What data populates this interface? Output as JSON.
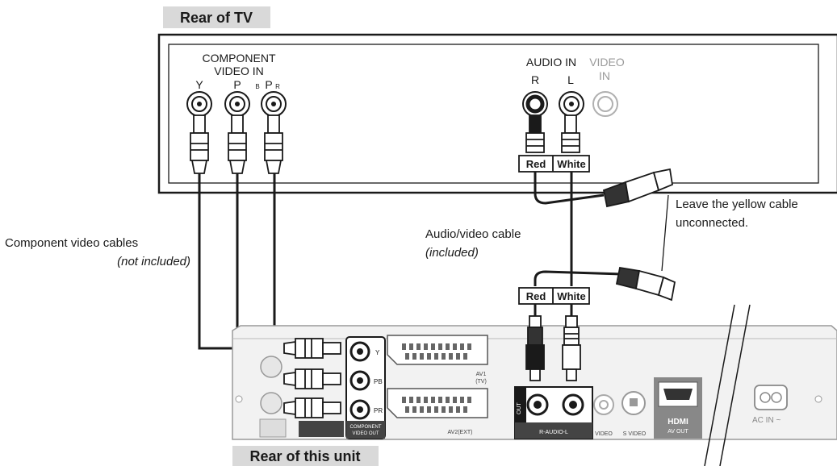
{
  "labels": {
    "rear_tv": "Rear of TV",
    "rear_unit": "Rear of this unit",
    "component_video_in_1": "COMPONENT",
    "component_video_in_2": "VIDEO IN",
    "jack_y": "Y",
    "jack_pb_main": "P",
    "jack_pb_sub": "B",
    "jack_pr_main": "P",
    "jack_pr_sub": "R",
    "audio_in": "AUDIO IN",
    "video_in_1": "VIDEO",
    "video_in_2": "IN",
    "audio_r": "R",
    "audio_l": "L",
    "tag_red_top": "Red",
    "tag_white_top": "White",
    "tag_red_bottom": "Red",
    "tag_white_bottom": "White",
    "av_cable_1": "Audio/video cable",
    "av_cable_2": "(included)",
    "component_cables_1": "Component video cables",
    "component_cables_2": "(not included)",
    "leave_yellow_1": "Leave the yellow cable",
    "leave_yellow_2": "unconnected.",
    "comp_out_y": "Y",
    "comp_out_pb": "PB",
    "comp_out_pr": "PR",
    "component_video_out_1": "COMPONENT",
    "component_video_out_2": "VIDEO OUT",
    "out": "OUT",
    "r_audio_l": "R-AUDIO-L",
    "video": "VIDEO",
    "s_video": "S VIDEO",
    "hdmi": "HDMI",
    "av_out": "AV OUT",
    "ac_in": "AC IN ~",
    "av1": "AV1",
    "av1_sub": "(TV)",
    "av2": "AV2(EXT)"
  },
  "colors": {
    "line": "#1a1a1a",
    "panel_fill": "#ffffff",
    "unit_fill": "#f2f2f2",
    "label_bg": "#d9d9d9",
    "grey_text": "#9a9a9a"
  }
}
